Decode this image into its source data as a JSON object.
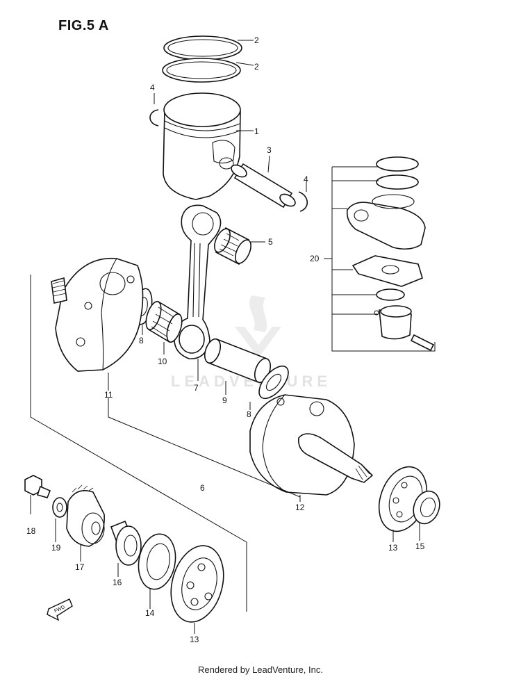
{
  "figure": {
    "title": "FIG.5 A"
  },
  "watermark": {
    "text": "LEADVENTURE"
  },
  "fwd_label": "FWD",
  "footer": {
    "text": "Rendered by LeadVenture, Inc."
  },
  "callouts": {
    "c1": "1",
    "c2a": "2",
    "c2b": "2",
    "c3": "3",
    "c4a": "4",
    "c4b": "4",
    "c5": "5",
    "c6": "6",
    "c7": "7",
    "c8a": "8",
    "c8b": "8",
    "c9": "9",
    "c10": "10",
    "c11": "11",
    "c12": "12",
    "c13a": "13",
    "c13b": "13",
    "c14": "14",
    "c15": "15",
    "c16": "16",
    "c17": "17",
    "c18": "18",
    "c19": "19",
    "c20": "20"
  },
  "parts": [
    {
      "ref": "1",
      "name": "piston"
    },
    {
      "ref": "2",
      "name": "piston-ring"
    },
    {
      "ref": "3",
      "name": "piston-pin"
    },
    {
      "ref": "4",
      "name": "piston-pin-circlip"
    },
    {
      "ref": "5",
      "name": "small-end-bearing"
    },
    {
      "ref": "6",
      "name": "crankshaft-assembly"
    },
    {
      "ref": "7",
      "name": "connecting-rod"
    },
    {
      "ref": "8",
      "name": "thrust-washer"
    },
    {
      "ref": "9",
      "name": "crank-pin"
    },
    {
      "ref": "10",
      "name": "big-end-bearing"
    },
    {
      "ref": "11",
      "name": "crankshaft-left"
    },
    {
      "ref": "12",
      "name": "crankshaft-right"
    },
    {
      "ref": "13",
      "name": "crank-bearing"
    },
    {
      "ref": "14",
      "name": "oil-seal"
    },
    {
      "ref": "15",
      "name": "oil-seal"
    },
    {
      "ref": "16",
      "name": "spacer"
    },
    {
      "ref": "17",
      "name": "primary-drive-gear"
    },
    {
      "ref": "18",
      "name": "bolt"
    },
    {
      "ref": "19",
      "name": "washer"
    },
    {
      "ref": "20",
      "name": "cylinder-gasket-kit"
    }
  ]
}
